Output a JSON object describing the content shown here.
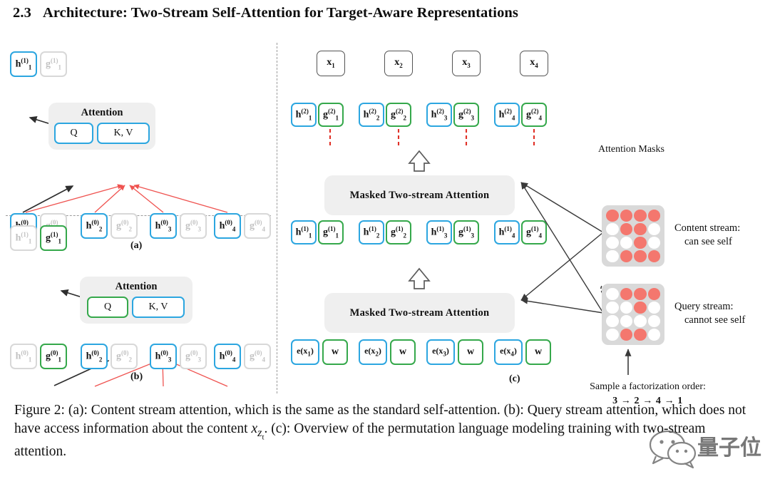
{
  "heading": {
    "number": "2.3",
    "title": "Architecture: Two-Stream Self-Attention for Target-Aware Representations"
  },
  "figure": {
    "panel_a": {
      "label": "(a)",
      "attention_title": "Attention",
      "q_label": "Q",
      "kv_label": "K, V",
      "top_nodes": [
        {
          "sym": "h",
          "sub": "1",
          "sup": "(1)",
          "style": "blue"
        },
        {
          "sym": "g",
          "sub": "1",
          "sup": "(1)",
          "style": "grey"
        }
      ],
      "bottom_nodes": [
        {
          "sym": "h",
          "sub": "1",
          "sup": "(0)",
          "style": "blue"
        },
        {
          "sym": "g",
          "sub": "1",
          "sup": "(0)",
          "style": "grey"
        },
        {
          "sym": "h",
          "sub": "2",
          "sup": "(0)",
          "style": "blue"
        },
        {
          "sym": "g",
          "sub": "2",
          "sup": "(0)",
          "style": "grey"
        },
        {
          "sym": "h",
          "sub": "3",
          "sup": "(0)",
          "style": "blue"
        },
        {
          "sym": "g",
          "sub": "3",
          "sup": "(0)",
          "style": "grey"
        },
        {
          "sym": "h",
          "sub": "4",
          "sup": "(0)",
          "style": "blue"
        },
        {
          "sym": "g",
          "sub": "4",
          "sup": "(0)",
          "style": "grey"
        }
      ]
    },
    "panel_b": {
      "label": "(b)",
      "attention_title": "Attention",
      "q_label": "Q",
      "kv_label": "K, V",
      "top_nodes": [
        {
          "sym": "h",
          "sub": "1",
          "sup": "(1)",
          "style": "grey"
        },
        {
          "sym": "g",
          "sub": "1",
          "sup": "(1)",
          "style": "green"
        }
      ],
      "bottom_nodes": [
        {
          "sym": "h",
          "sub": "1",
          "sup": "(0)",
          "style": "grey"
        },
        {
          "sym": "g",
          "sub": "1",
          "sup": "(0)",
          "style": "green"
        },
        {
          "sym": "h",
          "sub": "2",
          "sup": "(0)",
          "style": "blue"
        },
        {
          "sym": "g",
          "sub": "2",
          "sup": "(0)",
          "style": "grey"
        },
        {
          "sym": "h",
          "sub": "3",
          "sup": "(0)",
          "style": "blue"
        },
        {
          "sym": "g",
          "sub": "3",
          "sup": "(0)",
          "style": "grey"
        },
        {
          "sym": "h",
          "sub": "4",
          "sup": "(0)",
          "style": "blue"
        },
        {
          "sym": "g",
          "sub": "4",
          "sup": "(0)",
          "style": "grey"
        }
      ]
    },
    "panel_c": {
      "label": "(c)",
      "attention_block_upper": "Masked Two-stream  Attention",
      "attention_block_lower": "Masked Two-stream  Attention",
      "target_nodes": [
        {
          "sym": "x",
          "sub": "1"
        },
        {
          "sym": "x",
          "sub": "2"
        },
        {
          "sym": "x",
          "sub": "3"
        },
        {
          "sym": "x",
          "sub": "4"
        }
      ],
      "layer2_nodes": [
        {
          "sym": "h",
          "sub": "1",
          "sup": "(2)",
          "style": "blue"
        },
        {
          "sym": "g",
          "sub": "1",
          "sup": "(2)",
          "style": "green"
        },
        {
          "sym": "h",
          "sub": "2",
          "sup": "(2)",
          "style": "blue"
        },
        {
          "sym": "g",
          "sub": "2",
          "sup": "(2)",
          "style": "green"
        },
        {
          "sym": "h",
          "sub": "3",
          "sup": "(2)",
          "style": "blue"
        },
        {
          "sym": "g",
          "sub": "3",
          "sup": "(2)",
          "style": "green"
        },
        {
          "sym": "h",
          "sub": "4",
          "sup": "(2)",
          "style": "blue"
        },
        {
          "sym": "g",
          "sub": "4",
          "sup": "(2)",
          "style": "green"
        }
      ],
      "layer1_nodes": [
        {
          "sym": "h",
          "sub": "1",
          "sup": "(1)",
          "style": "blue"
        },
        {
          "sym": "g",
          "sub": "1",
          "sup": "(1)",
          "style": "green"
        },
        {
          "sym": "h",
          "sub": "2",
          "sup": "(1)",
          "style": "blue"
        },
        {
          "sym": "g",
          "sub": "2",
          "sup": "(1)",
          "style": "green"
        },
        {
          "sym": "h",
          "sub": "3",
          "sup": "(1)",
          "style": "blue"
        },
        {
          "sym": "g",
          "sub": "3",
          "sup": "(1)",
          "style": "green"
        },
        {
          "sym": "h",
          "sub": "4",
          "sup": "(1)",
          "style": "blue"
        },
        {
          "sym": "g",
          "sub": "4",
          "sup": "(1)",
          "style": "green"
        }
      ],
      "input_nodes": [
        {
          "text": "e(x",
          "sub": "1",
          "close": ")",
          "style": "blue"
        },
        {
          "text": "w",
          "style": "green"
        },
        {
          "text": "e(x",
          "sub": "2",
          "close": ")",
          "style": "blue"
        },
        {
          "text": "w",
          "style": "green"
        },
        {
          "text": "e(x",
          "sub": "3",
          "close": ")",
          "style": "blue"
        },
        {
          "text": "w",
          "style": "green"
        },
        {
          "text": "e(x",
          "sub": "4",
          "close": ")",
          "style": "blue"
        },
        {
          "text": "w",
          "style": "green"
        }
      ]
    },
    "masks": {
      "title": "Attention Masks",
      "content": {
        "caption_line1": "Content stream:",
        "caption_line2": "can see self",
        "grid": [
          [
            1,
            1,
            1,
            1
          ],
          [
            0,
            1,
            1,
            0
          ],
          [
            0,
            0,
            1,
            0
          ],
          [
            0,
            1,
            1,
            1
          ]
        ]
      },
      "query": {
        "caption_line1": "Query stream:",
        "caption_line2": "cannot see self",
        "grid": [
          [
            0,
            1,
            1,
            1
          ],
          [
            0,
            0,
            1,
            0
          ],
          [
            0,
            0,
            0,
            0
          ],
          [
            0,
            1,
            1,
            0
          ]
        ]
      },
      "factorization_note": "Sample a factorization order:",
      "factorization_order": "3 → 2 → 4 → 1"
    },
    "colors": {
      "blue": "#2ca6e0",
      "green": "#35a84b",
      "grey": "#d8d8d8",
      "mask_on": "#f4776e",
      "mask_off": "#ffffff",
      "mask_bg": "#d9d9d9",
      "panel_bg": "#efefef",
      "red_arrow": "#f05a5a",
      "dark_arrow": "#333333"
    }
  },
  "caption": {
    "prefix": "Figure 2:",
    "text_part1": "(a): Content stream attention, which is the same as the standard self-attention. (b): Query stream attention, which does not have access information about the content ",
    "math_var": "x",
    "math_sub": "z",
    "math_subsub": "t",
    "text_part2": ". (c): Overview of the permutation language modeling training with two-stream attention."
  },
  "watermark": {
    "text": "量子位",
    "icon": "wechat-logo"
  }
}
